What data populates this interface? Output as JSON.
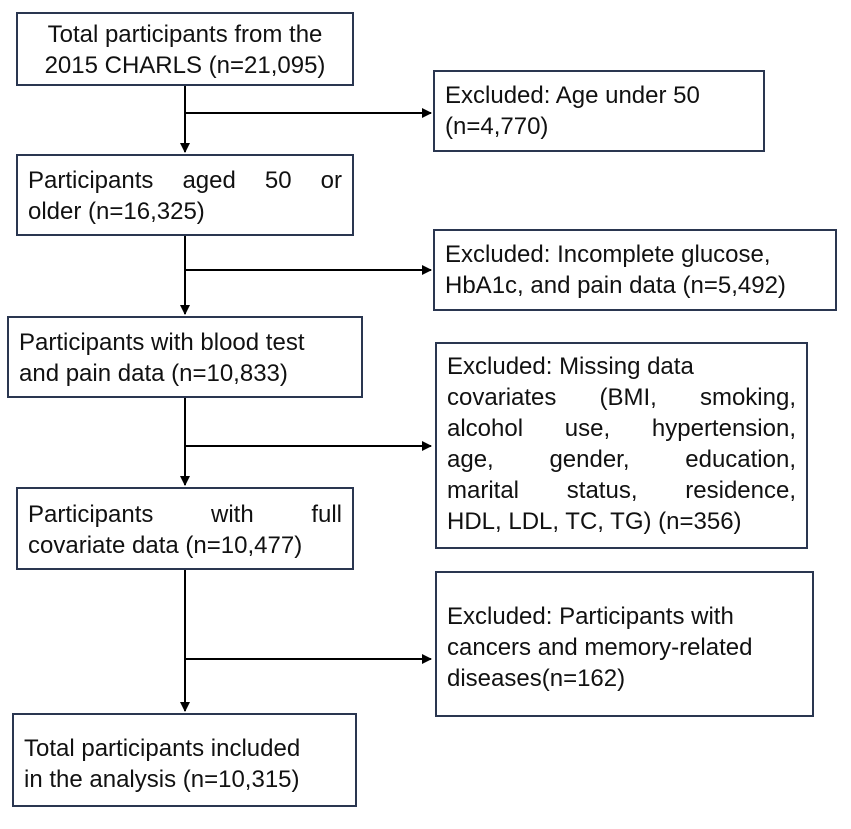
{
  "main_boxes": [
    {
      "id": "total",
      "lines": [
        "Total participants from the",
        "2015 CHARLS (n=21,095)"
      ]
    },
    {
      "id": "aged50",
      "lines": [
        "Participants aged 50 or",
        "older (n=16,325)"
      ]
    },
    {
      "id": "blood",
      "lines": [
        "Participants with blood test",
        "and pain data (n=10,833)"
      ]
    },
    {
      "id": "covariate",
      "lines": [
        "Participants with full",
        "covariate data (n=10,477)"
      ]
    },
    {
      "id": "final",
      "lines": [
        "Total participants included",
        "in the analysis (n=10,315)"
      ]
    }
  ],
  "exclusion_boxes": [
    {
      "id": "age",
      "lines": [
        "Excluded: Age under 50",
        "(n=4,770)"
      ]
    },
    {
      "id": "glucose",
      "lines": [
        "Excluded: Incomplete glucose,",
        "HbA1c, and pain data (n=5,492)"
      ]
    },
    {
      "id": "missing",
      "lines": [
        "Excluded: Missing data",
        "covariates (BMI, smoking,",
        "alcohol use, hypertension,",
        "age, gender, education,",
        "marital status, residence,",
        "HDL, LDL, TC, TG) (n=356)"
      ]
    },
    {
      "id": "cancer",
      "lines": [
        "Excluded: Participants with",
        "cancers and memory-related",
        "diseases(n=162)"
      ]
    }
  ],
  "colors": {
    "border": "#2a3650",
    "arrow": "#000000",
    "text": "#111111"
  }
}
